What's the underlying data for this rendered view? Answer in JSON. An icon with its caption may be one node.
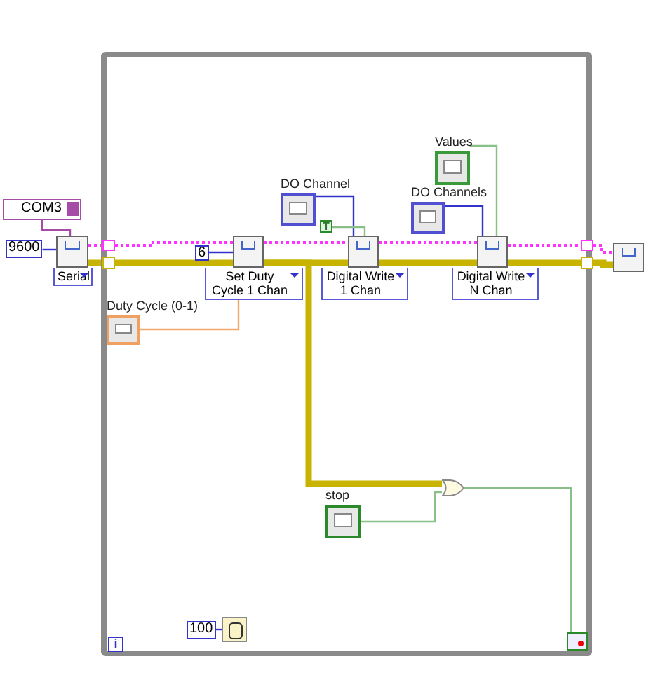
{
  "diagram": {
    "nodes": [
      {
        "text": [],
        "shape": "box"
      },
      {
        "text": [
          "COM3"
        ]
      },
      {
        "text": [
          "9600"
        ]
      },
      {
        "text": [],
        "shape": "box",
        "beside": [
          "Serial"
        ]
      },
      {
        "text": [
          "6"
        ],
        "in": 0
      },
      {
        "text": [],
        "shape": "box",
        "beside": [
          "Set Duty Cycle 1 Chan"
        ],
        "in": 0
      },
      {
        "text": [
          "Duty Cycle (0-1)"
        ],
        "in": 0
      },
      {
        "text": [
          "DO Channel"
        ],
        "in": 0
      },
      {
        "text": [
          "T"
        ],
        "in": 0
      },
      {
        "text": [],
        "shape": "box",
        "beside": [
          "Digital Write 1 Chan"
        ],
        "in": 0
      },
      {
        "text": [
          "Values"
        ],
        "in": 0
      },
      {
        "text": [
          "DO Channels"
        ],
        "in": 0
      },
      {
        "text": [],
        "shape": "box",
        "beside": [
          "Digital Write N Chan"
        ],
        "in": 0
      },
      {
        "text": [],
        "shape": "box"
      },
      {
        "text": [],
        "shape": "gate",
        "in": 0
      },
      {
        "text": [
          "stop"
        ],
        "in": 0
      },
      {
        "text": [],
        "shape": "box",
        "in": 0
      },
      {
        "text": [
          "100"
        ],
        "in": 0
      },
      {
        "text": [],
        "shape": "box",
        "in": 0
      },
      {
        "text": [
          "i"
        ],
        "in": 0
      },
      {
        "text": [],
        "shape": "box",
        "in": 0
      },
      {
        "text": [],
        "shape": "box",
        "in": 0
      },
      {
        "text": [],
        "shape": "box",
        "in": 0
      },
      {
        "text": [],
        "shape": "box",
        "in": 0
      }
    ],
    "edges": [
      {
        "from": 1,
        "to": 3,
        "arrow": "none",
        "color": "#a64ca6"
      },
      {
        "from": 2,
        "to": 3,
        "arrow": "none",
        "color": "#3333cc"
      },
      {
        "from": 3,
        "to": 20,
        "arrow": "none",
        "style": "dashed",
        "color": "#ff33ff"
      },
      {
        "from": 20,
        "to": 5,
        "arrow": "none",
        "style": "dashed",
        "color": "#ff33ff"
      },
      {
        "from": 3,
        "to": 21,
        "arrow": "none",
        "style": "thick",
        "color": "#c8b400"
      },
      {
        "from": 21,
        "to": 5,
        "arrow": "none",
        "style": "thick",
        "color": "#c8b400"
      },
      {
        "from": 4,
        "to": 5,
        "arrow": "none",
        "color": "#3333cc"
      },
      {
        "from": 6,
        "to": 5,
        "arrow": "none",
        "color": "#f0a868"
      },
      {
        "from": 5,
        "to": 9,
        "arrow": "none",
        "style": "dashed",
        "color": "#ff33ff"
      },
      {
        "from": 5,
        "to": 9,
        "arrow": "none",
        "style": "thick",
        "color": "#c8b400"
      },
      {
        "from": 5,
        "to": 14,
        "arrow": "none",
        "style": "thick",
        "color": "#c8b400"
      },
      {
        "from": 7,
        "to": 9,
        "arrow": "none",
        "color": "#3333cc"
      },
      {
        "from": 8,
        "to": 9,
        "arrow": "none",
        "color": "#88c088"
      },
      {
        "from": 9,
        "to": 12,
        "arrow": "none",
        "style": "dashed",
        "color": "#ff33ff"
      },
      {
        "from": 9,
        "to": 12,
        "arrow": "none",
        "style": "thick",
        "color": "#c8b400"
      },
      {
        "from": 11,
        "to": 12,
        "arrow": "none",
        "color": "#3333cc"
      },
      {
        "from": 10,
        "to": 12,
        "arrow": "none",
        "color": "#88c088"
      },
      {
        "from": 12,
        "to": 22,
        "arrow": "none",
        "style": "dashed",
        "color": "#ff33ff"
      },
      {
        "from": 22,
        "to": 13,
        "arrow": "none",
        "style": "dashed",
        "color": "#ff33ff"
      },
      {
        "from": 12,
        "to": 23,
        "arrow": "none",
        "style": "thick",
        "color": "#c8b400"
      },
      {
        "from": 23,
        "to": 13,
        "arrow": "none",
        "style": "thick",
        "color": "#c8b400"
      },
      {
        "from": 15,
        "to": 14,
        "arrow": "none",
        "color": "#88c088"
      },
      {
        "from": 14,
        "to": 18,
        "arrow": "none",
        "color": "#88c088"
      },
      {
        "from": 17,
        "to": 16,
        "arrow": "none",
        "color": "#3333cc"
      }
    ]
  }
}
